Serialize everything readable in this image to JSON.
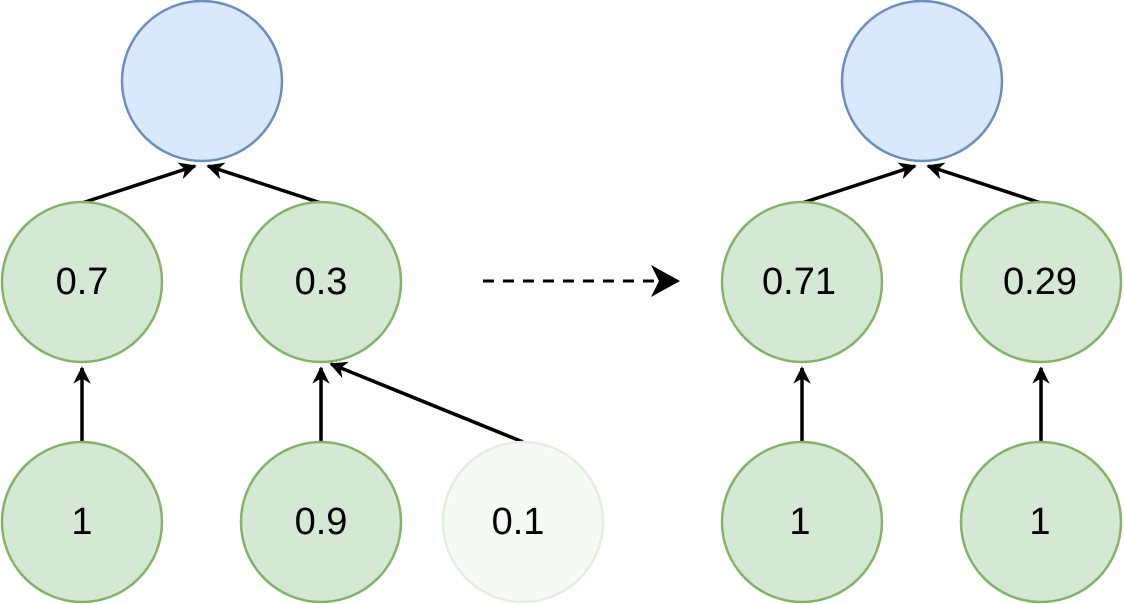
{
  "left_tree": {
    "root": {
      "label": ""
    },
    "middle": [
      {
        "label": "0.7"
      },
      {
        "label": "0.3"
      }
    ],
    "bottom": [
      {
        "label": "1"
      },
      {
        "label": "0.9"
      },
      {
        "label": "0.1",
        "faded": true
      }
    ]
  },
  "right_tree": {
    "root": {
      "label": ""
    },
    "middle": [
      {
        "label": "0.71"
      },
      {
        "label": "0.29"
      }
    ],
    "bottom": [
      {
        "label": "1"
      },
      {
        "label": "1"
      }
    ]
  },
  "colors": {
    "node_fill": "#d5e8d4",
    "node_stroke": "#82b366",
    "root_fill": "#dae8fc",
    "root_stroke": "#6c8ebf"
  }
}
